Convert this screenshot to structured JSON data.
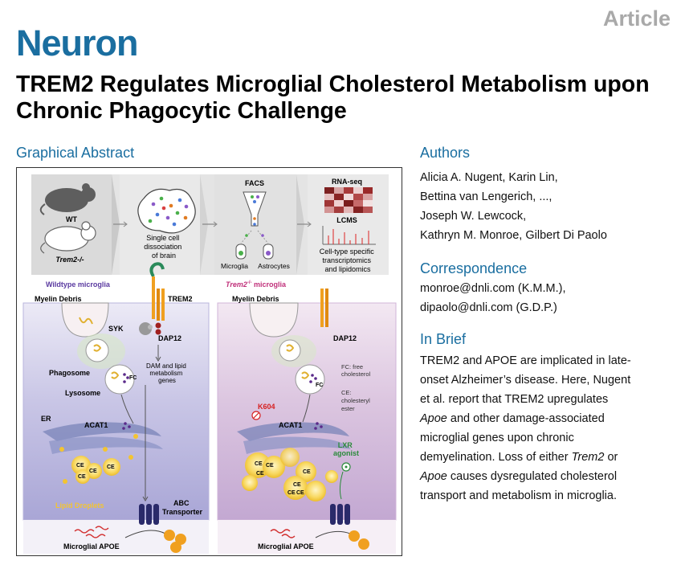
{
  "header": {
    "article_label": "Article",
    "journal": "Neuron",
    "title": "TREM2 Regulates Microglial Cholesterol Metabolism upon Chronic Phagocytic Challenge"
  },
  "graphical_abstract": {
    "heading": "Graphical Abstract",
    "workflow": {
      "wt": "WT",
      "ko": "Trem2-/-",
      "dissociation": [
        "Single cell",
        "dissociation",
        "of brain"
      ],
      "facs": "FACS",
      "microglia": "Microglia",
      "astrocytes": "Astrocytes",
      "rnaseq": "RNA-seq",
      "lcms": "LCMS",
      "omics": [
        "Cell-type specific",
        "transcriptomics",
        "and lipidomics"
      ]
    },
    "left_panel": {
      "title": "Wildtype microglia",
      "myelin": "Myelin Debris",
      "trem2": "TREM2",
      "syk": "SYK",
      "dap12": "DAP12",
      "dam": [
        "DAM and lipid",
        "metabolism",
        "genes"
      ],
      "phagosome": "Phagosome",
      "fc": "FC",
      "lysosome": "Lysosome",
      "er": "ER",
      "acat1": "ACAT1",
      "ce": "CE",
      "lipid_droplets": "Lipid Droplets",
      "abc": [
        "ABC",
        "Transporter"
      ],
      "apoe": "Microglial APOE"
    },
    "right_panel": {
      "title_italic": "Trem2",
      "title_sup": "-/-",
      "title_rest": " microglia",
      "myelin": "Myelin Debris",
      "dap12": "DAP12",
      "fc_note": [
        "FC: free",
        "cholesterol"
      ],
      "ce_note": [
        "CE:",
        "cholesteryl",
        "ester"
      ],
      "k604": "K604",
      "acat1": "ACAT1",
      "fc": "FC",
      "lxr": [
        "LXR",
        "agonist"
      ],
      "ce": "CE",
      "apoe": "Microglial APOE"
    }
  },
  "authors": {
    "heading": "Authors",
    "lines": [
      "Alicia A. Nugent, Karin Lin,",
      "Bettina van Lengerich, ...,",
      "Joseph W. Lewcock,",
      "Kathryn M. Monroe, Gilbert Di Paolo"
    ]
  },
  "correspondence": {
    "heading": "Correspondence",
    "lines": [
      "monroe@dnli.com (K.M.M.),",
      "dipaolo@dnli.com (G.D.P.)"
    ]
  },
  "in_brief": {
    "heading": "In Brief",
    "l1": "TREM2 and APOE are implicated in late-",
    "l2": "onset Alzheimer’s disease. Here, Nugent",
    "l3": "et al. report that TREM2 upregulates",
    "l4_em": "Apoe",
    "l4_rest": " and other damage-associated",
    "l5": "microglial genes upon chronic",
    "l6_a": "demyelination. Loss of either ",
    "l6_em": "Trem2",
    "l6_b": " or",
    "l7_em": "Apoe",
    "l7_rest": " causes dysregulated cholesterol",
    "l8": "transport and metabolism in microglia."
  },
  "colors": {
    "journal_blue": "#1a6ea0",
    "article_gray": "#a9a9a9",
    "wt_purple": "#5a3aa0",
    "ko_pink": "#c0307a",
    "lipid_yellow": "#f3c431",
    "k604_red": "#d62020",
    "lxr_green": "#2a8a3a"
  }
}
